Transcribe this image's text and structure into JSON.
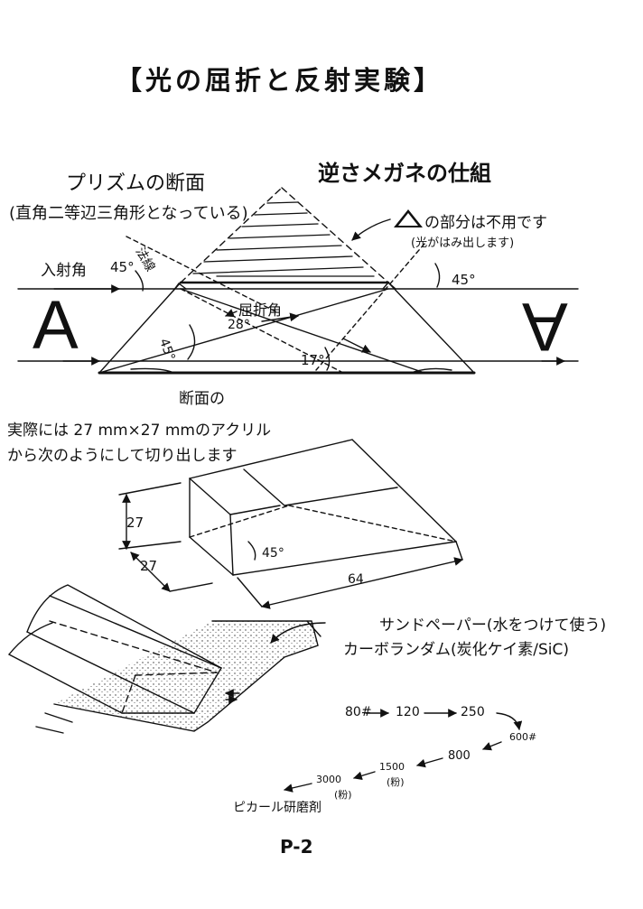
{
  "title": "【光の屈折と反射実験】",
  "prism_section": {
    "heading": "プリズムの断面",
    "note": "(直角二等辺三角形となっている)"
  },
  "mechanism_heading": "逆さメガネの仕組",
  "unused_note": {
    "line1": "の部分は不用です",
    "line2": "(光がはみ出します)"
  },
  "diagram_labels": {
    "incidence_angle": "入射角",
    "normal": "法線",
    "refraction_angle": "屈折角",
    "angle_45_left": "45°",
    "angle_45_right": "45°",
    "angle_45_inner": "45°",
    "angle_28": "28°",
    "angle_17": "17°",
    "letter_left": "A",
    "letter_right": "A"
  },
  "cut_text": {
    "cross_section": "断面の",
    "line1": "実際には 27 mm×27 mmのアクリル",
    "line2": "から次のようにして切り出します"
  },
  "block_dims": {
    "height": "27",
    "depth": "27",
    "length": "64",
    "angle": "45°"
  },
  "sanding": {
    "line1": "サンドペーパー(水をつけて使う)",
    "line2": "カーボランダム(炭化ケイ素/SiC)"
  },
  "grits": {
    "g80": "80#",
    "g120": "120",
    "g250": "250",
    "g600": "600#",
    "g800": "800",
    "g1500": "1500",
    "g1500_note": "(粉)",
    "g3000": "3000",
    "g3000_note": "(粉)",
    "compound": "ピカール研磨剤"
  },
  "page_number": "P-2"
}
